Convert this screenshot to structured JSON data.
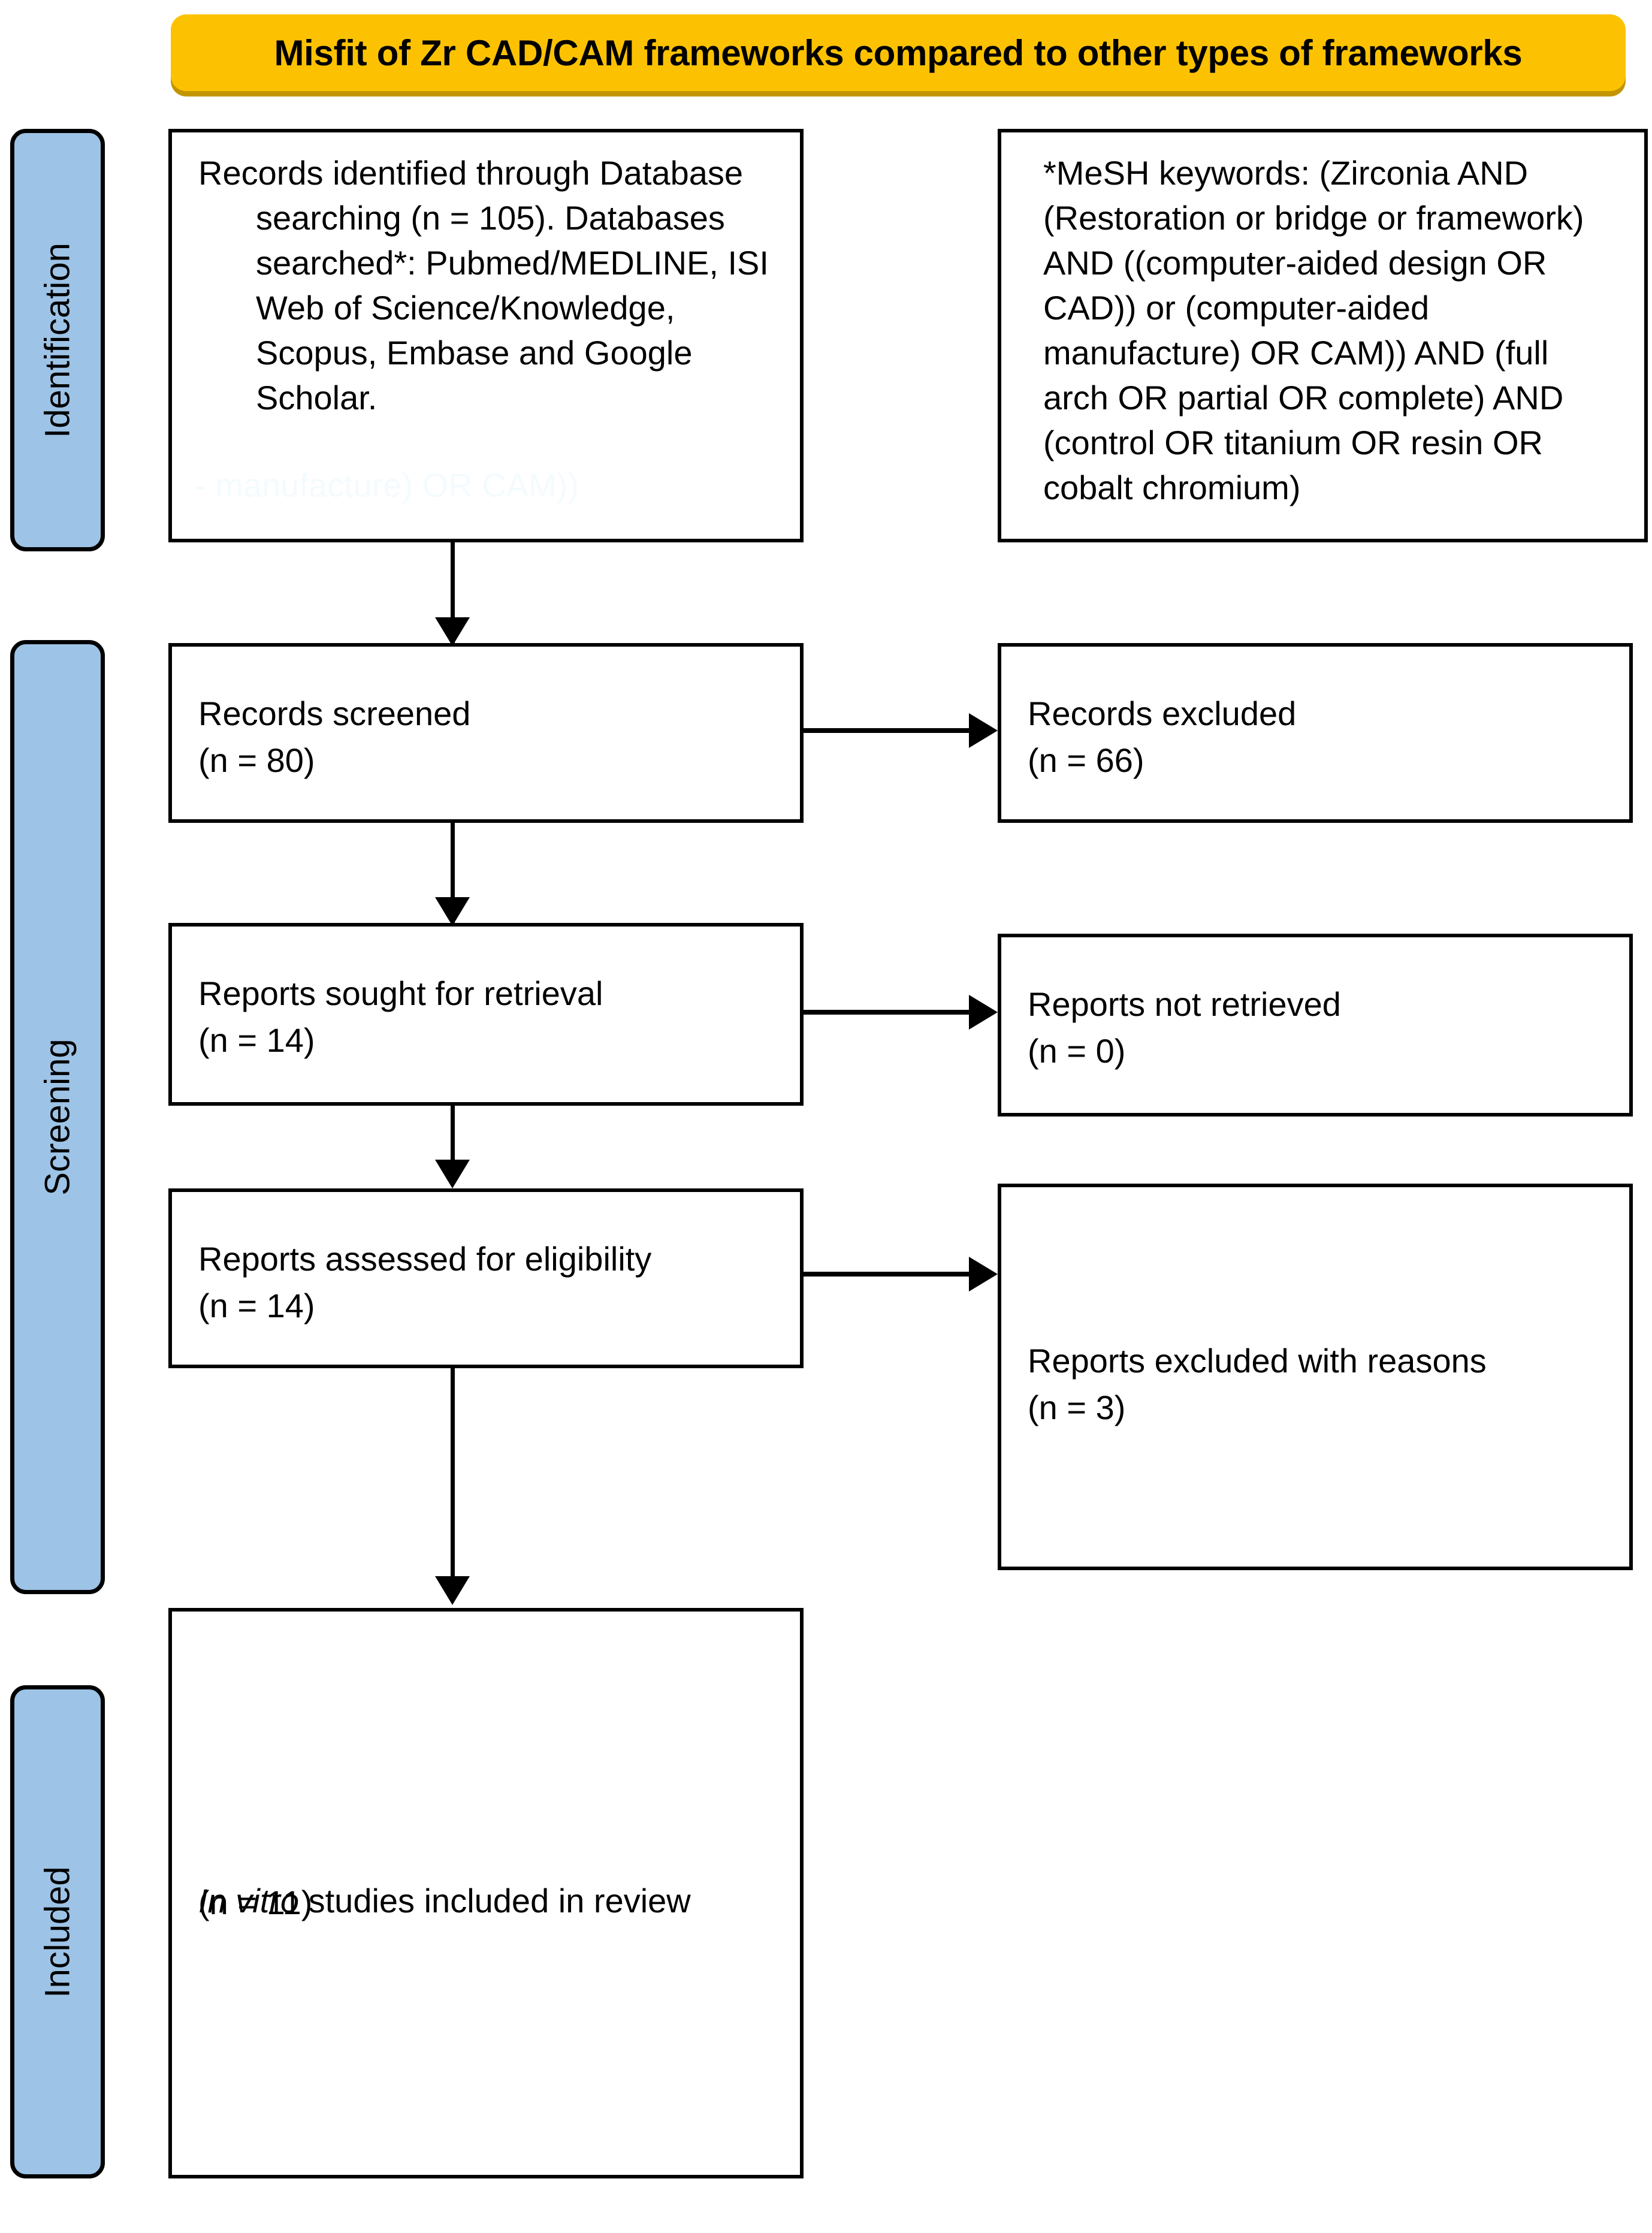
{
  "title": {
    "text": "Misfit of Zr CAD/CAM frameworks compared to other types of frameworks",
    "background_color": "#fcc201",
    "shadow_color": "#c29500",
    "text_color": "#000000"
  },
  "stages": [
    {
      "label": "Identification"
    },
    {
      "label": "Screening"
    },
    {
      "label": "Included"
    }
  ],
  "stage_bar_color": "#9dc3e6",
  "boxes": {
    "identification_records": {
      "text": "Records identified through Database searching (n = 105). Databases searched*: Pubmed/MEDLINE, ISI Web of Science/Knowledge, Scopus, Embase and Google Scholar."
    },
    "mesh_keywords": {
      "text": "*MeSH keywords: (Zirconia AND (Restoration or bridge or framework) AND ((computer-aided design OR CAD)) or (computer-aided manufacture) OR CAM)) AND (full arch OR partial OR complete) AND (control OR titanium OR resin OR cobalt chromium)"
    },
    "records_screened": {
      "line1": "Records screened",
      "line2": "(n = 80)"
    },
    "records_excluded": {
      "line1": "Records excluded",
      "line2": "(n = 66)"
    },
    "reports_sought": {
      "line1": "Reports sought for retrieval",
      "line2": "(n = 14)"
    },
    "reports_not_retrieved": {
      "line1": "Reports not retrieved",
      "line2": "(n = 0)"
    },
    "reports_assessed": {
      "line1": "Reports assessed for eligibility",
      "line2": "(n = 14)"
    },
    "reports_excluded_reasons": {
      "line1": "Reports excluded with reasons",
      "line2": "(n = 3)"
    },
    "studies_included": {
      "italic_lead": "In vitro",
      "rest": " studies included in review",
      "line2": "(n = 11)"
    }
  },
  "artifacts": {
    "ghost_text": "- manufacture) OR CAM))"
  }
}
